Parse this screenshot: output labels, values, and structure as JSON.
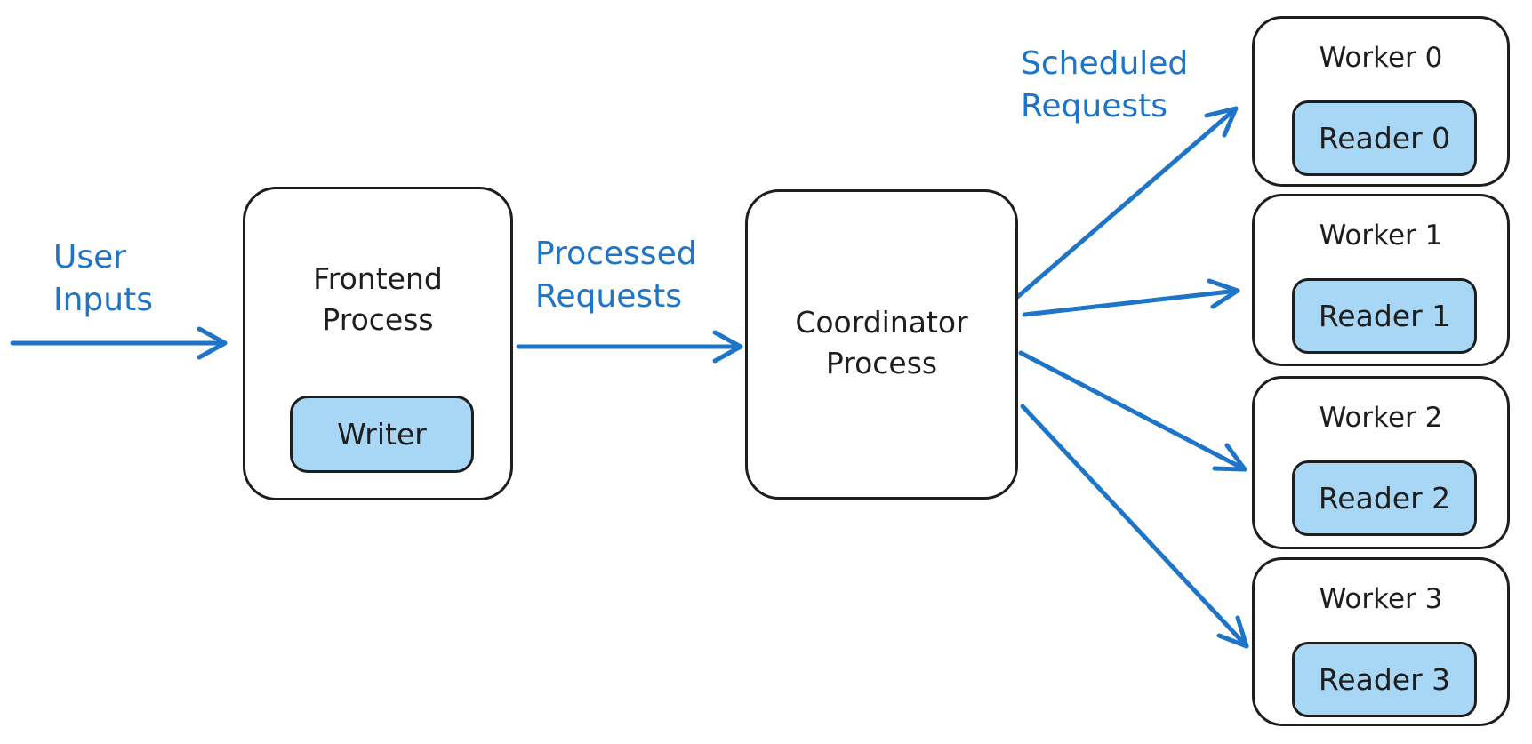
{
  "labels": {
    "user_inputs": {
      "line1": "User",
      "line2": "Inputs"
    },
    "processed_requests": {
      "line1": "Processed",
      "line2": "Requests"
    },
    "scheduled_requests": {
      "line1": "Scheduled",
      "line2": "Requests"
    }
  },
  "nodes": {
    "frontend": {
      "title_line1": "Frontend",
      "title_line2": "Process",
      "child_label": "Writer"
    },
    "coordinator": {
      "title_line1": "Coordinator",
      "title_line2": "Process"
    },
    "workers": [
      {
        "title": "Worker 0",
        "reader_label": "Reader 0"
      },
      {
        "title": "Worker 1",
        "reader_label": "Reader 1"
      },
      {
        "title": "Worker 2",
        "reader_label": "Reader 2"
      },
      {
        "title": "Worker 3",
        "reader_label": "Reader 3"
      }
    ]
  },
  "colors": {
    "accent_blue": "#1e74c6",
    "fill_light_blue": "#a8d7f5",
    "stroke_dark": "#1e1e1e",
    "background": "#ffffff"
  }
}
